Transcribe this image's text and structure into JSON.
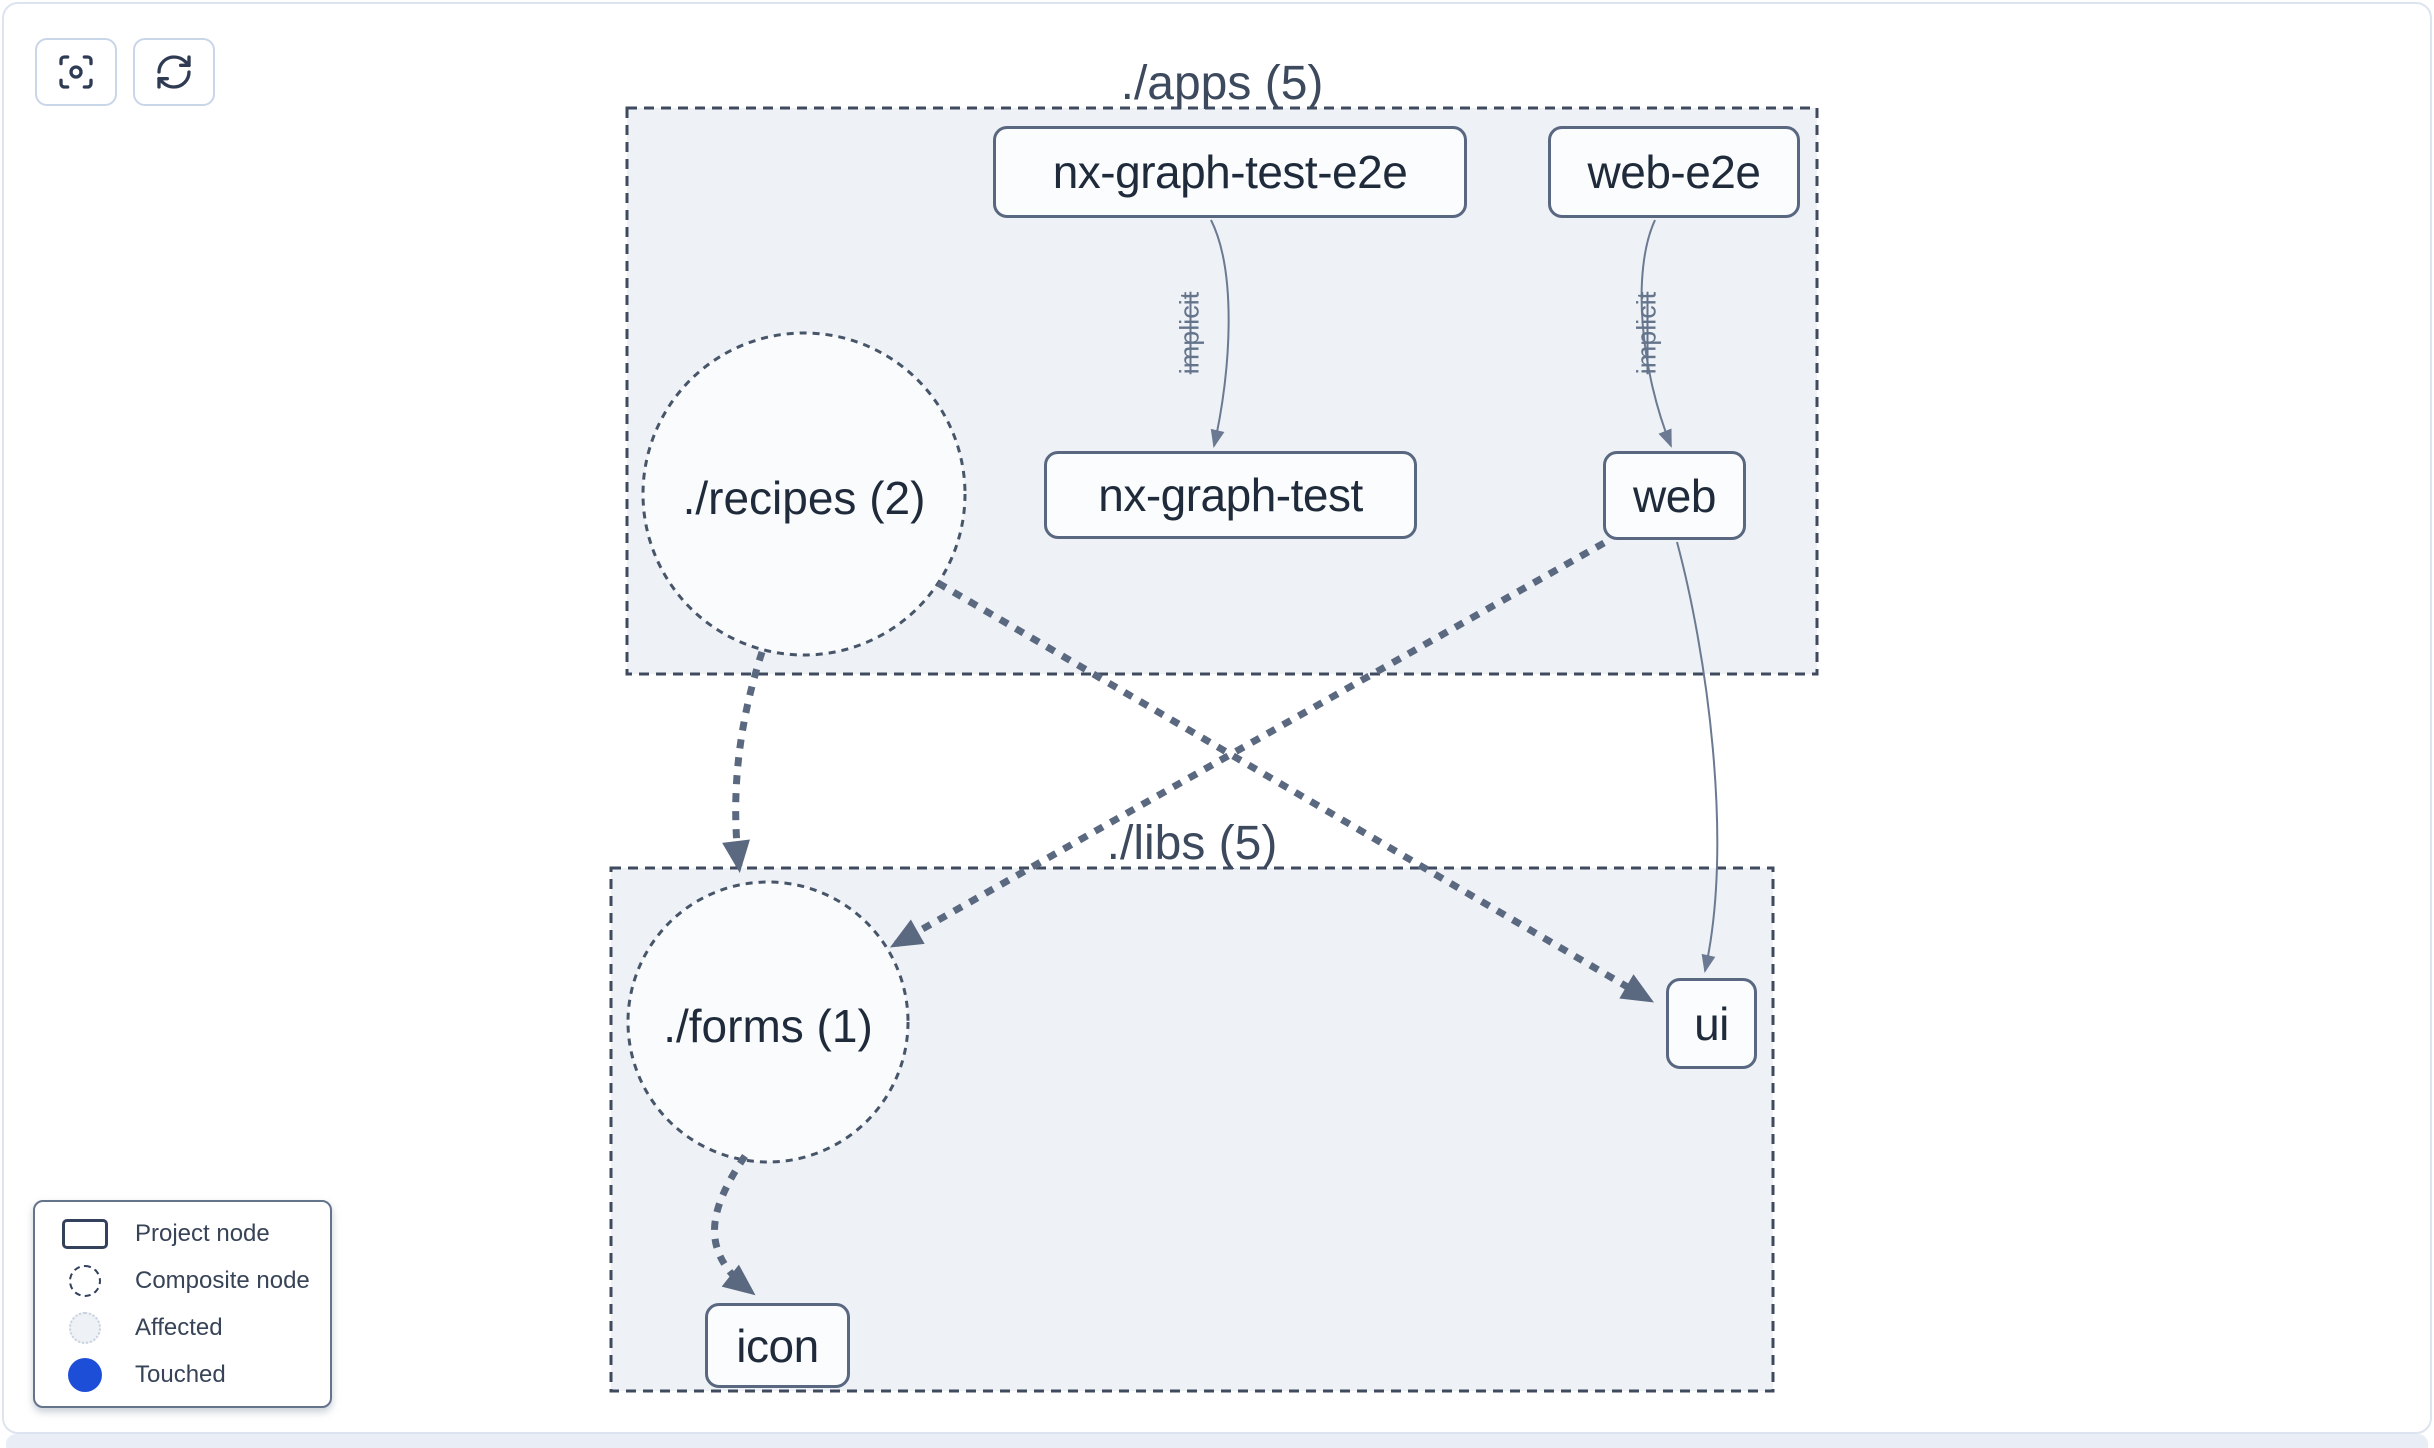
{
  "toolbar": {
    "focus_button": {
      "icon": "focus-icon"
    },
    "refresh_button": {
      "icon": "refresh-icon"
    }
  },
  "graph": {
    "clusters": [
      {
        "id": "apps",
        "title": "./apps (5)"
      },
      {
        "id": "libs",
        "title": "./libs (5)"
      }
    ],
    "composite_nodes": [
      {
        "label": "./recipes (2)"
      },
      {
        "label": "./forms (1)"
      }
    ],
    "project_nodes": [
      {
        "label": "nx-graph-test-e2e"
      },
      {
        "label": "web-e2e"
      },
      {
        "label": "nx-graph-test"
      },
      {
        "label": "web"
      },
      {
        "label": "ui"
      },
      {
        "label": "icon"
      }
    ],
    "edges": [
      {
        "source": "nx-graph-test-e2e",
        "target": "nx-graph-test",
        "label": "implicit",
        "style": "solid-thin"
      },
      {
        "source": "web-e2e",
        "target": "web",
        "label": "implicit",
        "style": "solid-thin"
      },
      {
        "source": "./recipes (2)",
        "target": "./forms (1)",
        "style": "dashed-thick"
      },
      {
        "source": "./recipes (2)",
        "target": "ui",
        "style": "dashed-thick"
      },
      {
        "source": "web",
        "target": "./forms (1)",
        "style": "dashed-thick"
      },
      {
        "source": "web",
        "target": "ui",
        "style": "solid-thin"
      },
      {
        "source": "./forms (1)",
        "target": "icon",
        "style": "dashed-thick"
      }
    ]
  },
  "legend": {
    "items": [
      {
        "label": "Project node",
        "swatch": "project-node-swatch"
      },
      {
        "label": "Composite node",
        "swatch": "composite-node-swatch"
      },
      {
        "label": "Affected",
        "swatch": "affected-swatch"
      },
      {
        "label": "Touched",
        "swatch": "touched-swatch"
      }
    ]
  },
  "colors": {
    "touched_blue": "#1d4ed8",
    "cluster_fill": "#eef1f6",
    "cluster_stroke": "#3f4a5f",
    "node_fill": "#fafcfe",
    "node_stroke": "#596880",
    "edge_thick": "#5a6880",
    "edge_thin": "#6b7a92"
  }
}
